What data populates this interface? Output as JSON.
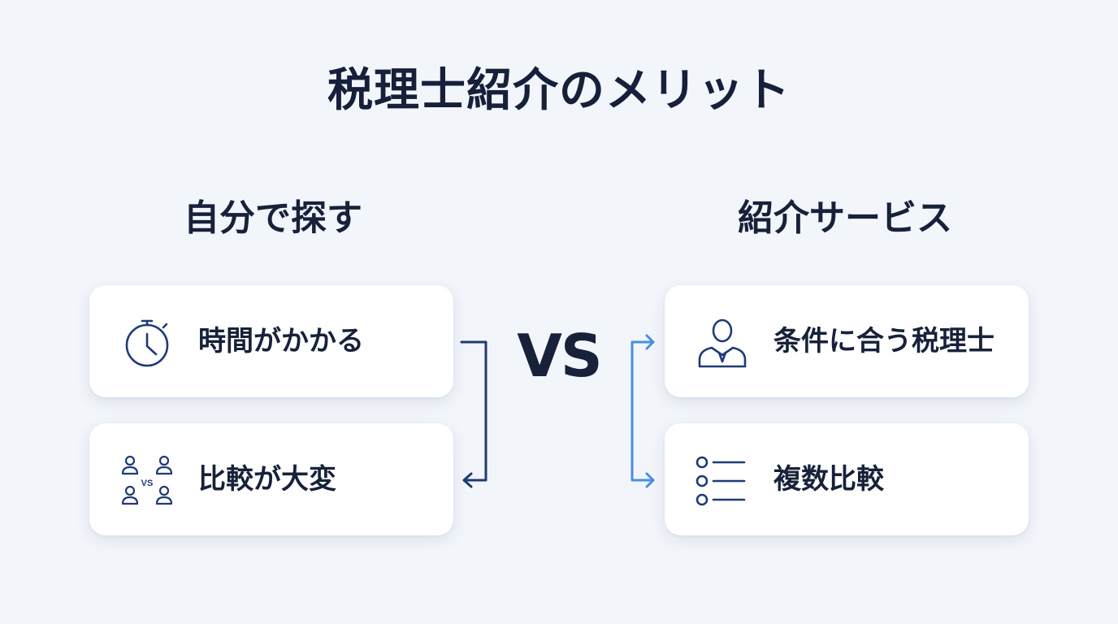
{
  "title": "税理士紹介のメリット",
  "left_column": {
    "heading": "自分で探す",
    "items": [
      {
        "label": "時間がかかる",
        "icon": "stopwatch-icon"
      },
      {
        "label": "比較が大変",
        "icon": "people-vs-icon"
      }
    ]
  },
  "vs_label": "VS",
  "right_column": {
    "heading": "紹介サービス",
    "items": [
      {
        "label": "条件に合う税理士",
        "icon": "advisor-person-icon"
      },
      {
        "label": "複数比較",
        "icon": "list-icon"
      }
    ]
  },
  "colors": {
    "background": "#f2f5fa",
    "text": "#18213a",
    "icon_navy": "#1f3a78",
    "left_connector": "#1f3a78",
    "right_connector": "#4a8ee0",
    "card": "#ffffff"
  }
}
